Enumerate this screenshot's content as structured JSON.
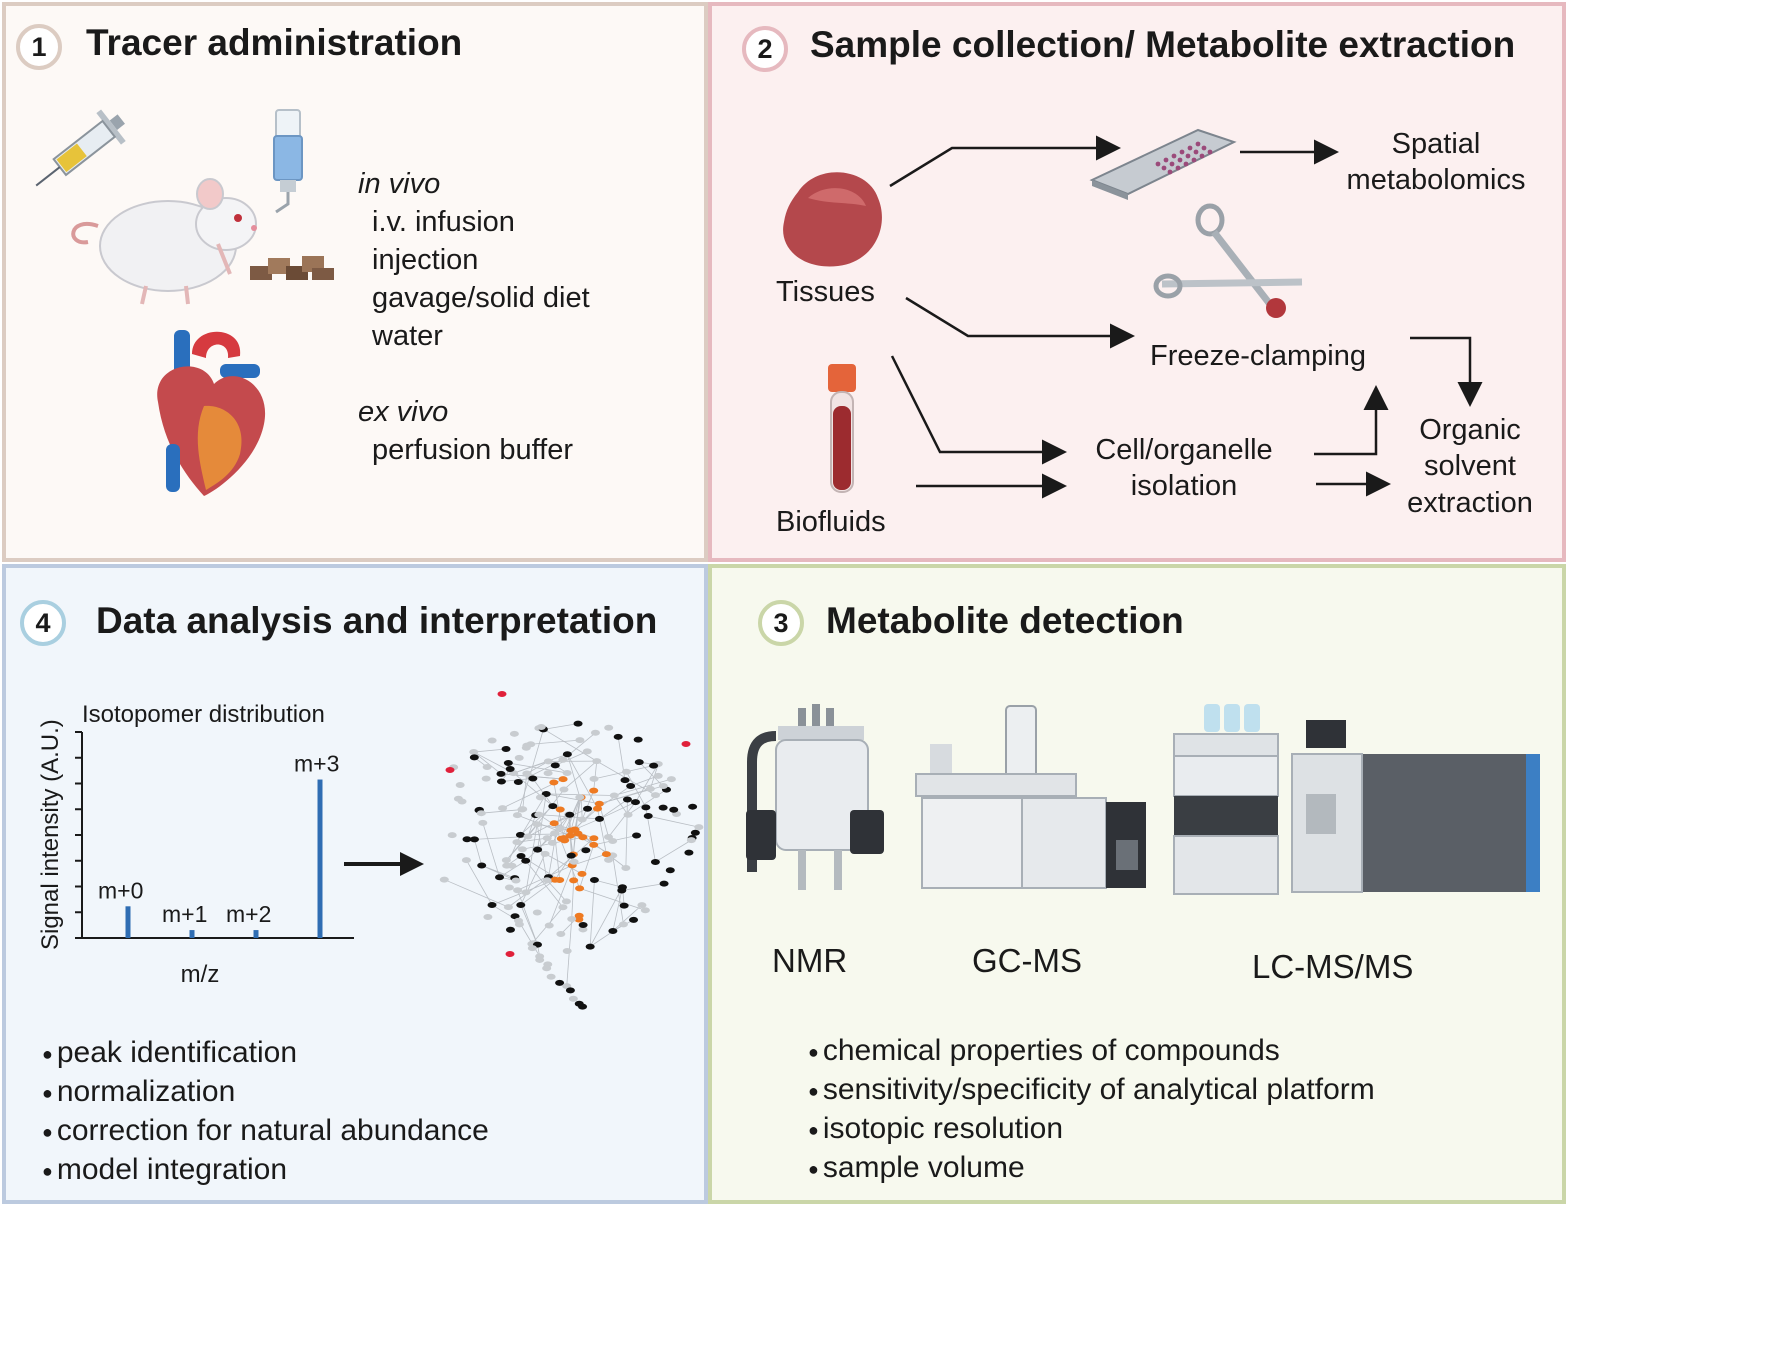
{
  "panel1": {
    "number": "1",
    "title": "Tracer administration",
    "in_vivo_heading": "in vivo",
    "in_vivo_items": [
      "i.v. infusion",
      "injection",
      "gavage/solid diet",
      "water"
    ],
    "ex_vivo_heading": "ex vivo",
    "ex_vivo_items": [
      "perfusion buffer"
    ],
    "icons": [
      "syringe-icon",
      "water-bottle-icon",
      "mouse-icon",
      "food-pellets-icon",
      "heart-icon"
    ]
  },
  "panel2": {
    "number": "2",
    "title": "Sample collection/ Metabolite extraction",
    "tissues": "Tissues",
    "biofluids": "Biofluids",
    "spatial": [
      "Spatial",
      "metabolomics"
    ],
    "freeze": "Freeze-clamping",
    "cell": [
      "Cell/organelle",
      "isolation"
    ],
    "organic": [
      "Organic",
      "solvent",
      "extraction"
    ],
    "icons": [
      "tissue-icon",
      "blood-tube-icon",
      "microscope-slide-icon",
      "clamp-tongs-icon"
    ]
  },
  "panel3": {
    "number": "3",
    "title": "Metabolite detection",
    "instruments": [
      "NMR",
      "GC-MS",
      "LC-MS/MS"
    ],
    "bullets": [
      "chemical properties of compounds",
      "sensitivity/specificity of analytical  platform",
      "isotopic resolution",
      "sample volume"
    ],
    "icons": [
      "nmr-spectrometer-icon",
      "gc-ms-instrument-icon",
      "lc-ms-instrument-icon"
    ]
  },
  "panel4": {
    "number": "4",
    "title": "Data analysis and interpretation",
    "bullets": [
      "peak identification",
      "normalization",
      "correction for natural abundance",
      "model integration"
    ],
    "network_icon": "metabolic-network-icon"
  },
  "chart_data": {
    "type": "bar",
    "title": "Isotopomer distribution",
    "xlabel": "m/z",
    "ylabel": "Signal intensity (A.U.)",
    "categories": [
      "m+0",
      "m+1",
      "m+2",
      "m+3"
    ],
    "values": [
      0.2,
      0.05,
      0.05,
      1.0
    ],
    "ylim": [
      0,
      1.3
    ],
    "grid": false,
    "bar_color": "#2f6db3"
  }
}
